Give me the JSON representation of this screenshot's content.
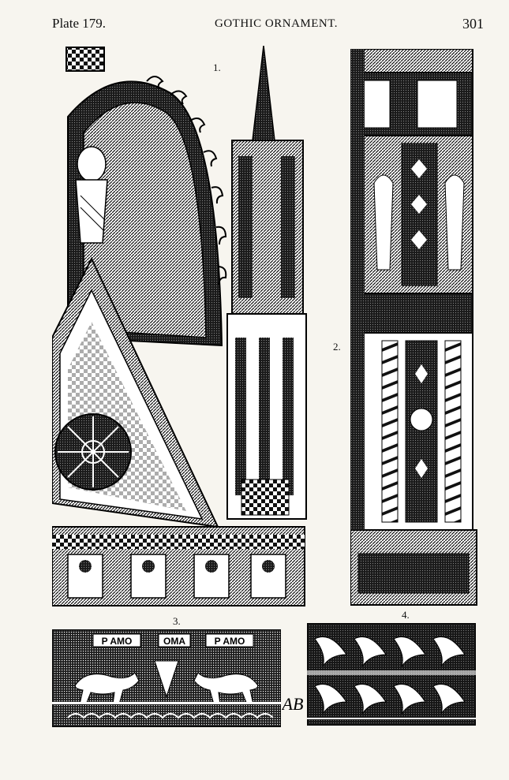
{
  "header": {
    "plate_label": "Plate 179.",
    "running_title": "GOTHIC ORNAMENT.",
    "page_number": "301"
  },
  "figures": [
    {
      "number": "1."
    },
    {
      "number": "2."
    },
    {
      "number": "3."
    },
    {
      "number": "4."
    }
  ],
  "figure_3_inscription": {
    "left_word": "P AMO",
    "center_word": "OMA",
    "right_word": "P AMO"
  },
  "monogram": "AB"
}
